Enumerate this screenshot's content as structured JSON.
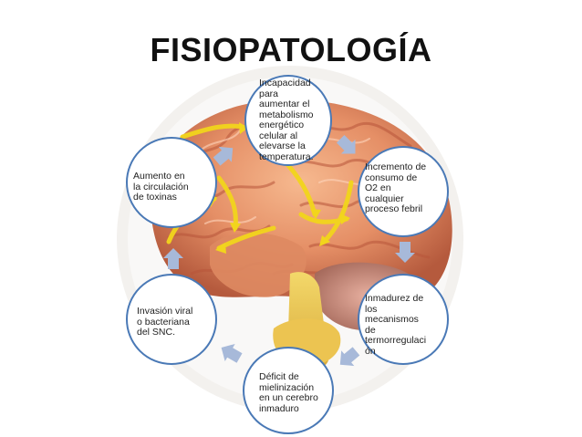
{
  "title": "FISIOPATOLOGÍA",
  "cycle": {
    "nodes": [
      {
        "id": "incapacidad",
        "text": "Incapacidad\npara\naumentar el\nmetabolismo\nenergético\ncelular al\nelevarse la\ntemperatura."
      },
      {
        "id": "incremento",
        "text": "Incremento de\nconsumo de\nO2 en\ncualquier\nproceso febril"
      },
      {
        "id": "inmadurez",
        "text": "Inmadurez de\nlos\nmecanismos\nde\ntermorregulaci\nón"
      },
      {
        "id": "deficit",
        "text": "Déficit de\nmielinización\nen un cerebro\ninmaduro"
      },
      {
        "id": "invasion",
        "text": "Invasión viral\no bacteriana\ndel SNC."
      },
      {
        "id": "aumento",
        "text": "Aumento en\nla circulación\nde toxinas"
      }
    ],
    "arrow_color": "#a7b9d9",
    "node_border_color": "#4a79b6"
  },
  "background_image": {
    "subject": "brain-illustration"
  }
}
